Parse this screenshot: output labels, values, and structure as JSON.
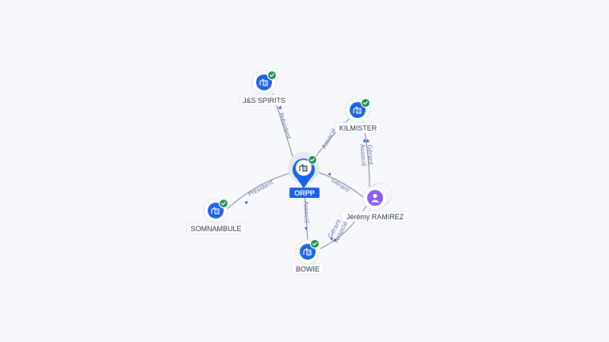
{
  "nodes": {
    "orpp": {
      "label": "ORPP"
    },
    "js_spirits": {
      "label": "J&S SPIRITS"
    },
    "kilmister": {
      "label": "KILMISTER"
    },
    "somnambule": {
      "label": "SOMNAMBULE"
    },
    "bowie": {
      "label": "BOWIE"
    },
    "jeremy_ramirez": {
      "label": "Jérémy RAMIREZ"
    }
  },
  "edges": {
    "orpp_js_spirits": "Président",
    "orpp_kilmister": "Associé",
    "orpp_somnambule": "Président",
    "orpp_bowie": "Associé",
    "jeremy_orpp": "Gérant",
    "jeremy_kilmister": "Gérant\nAssocié",
    "jeremy_bowie": "Gérant\nAssocié"
  },
  "colors": {
    "company_node": "#1a63e8",
    "person_node": "#8b5cf6",
    "verified_badge": "#1e8e52",
    "edge": "#7a84a6",
    "edge_label": "#6b74a0"
  },
  "icons": {
    "company": "building-icon",
    "person": "person-icon",
    "verified": "check-badge-icon"
  }
}
